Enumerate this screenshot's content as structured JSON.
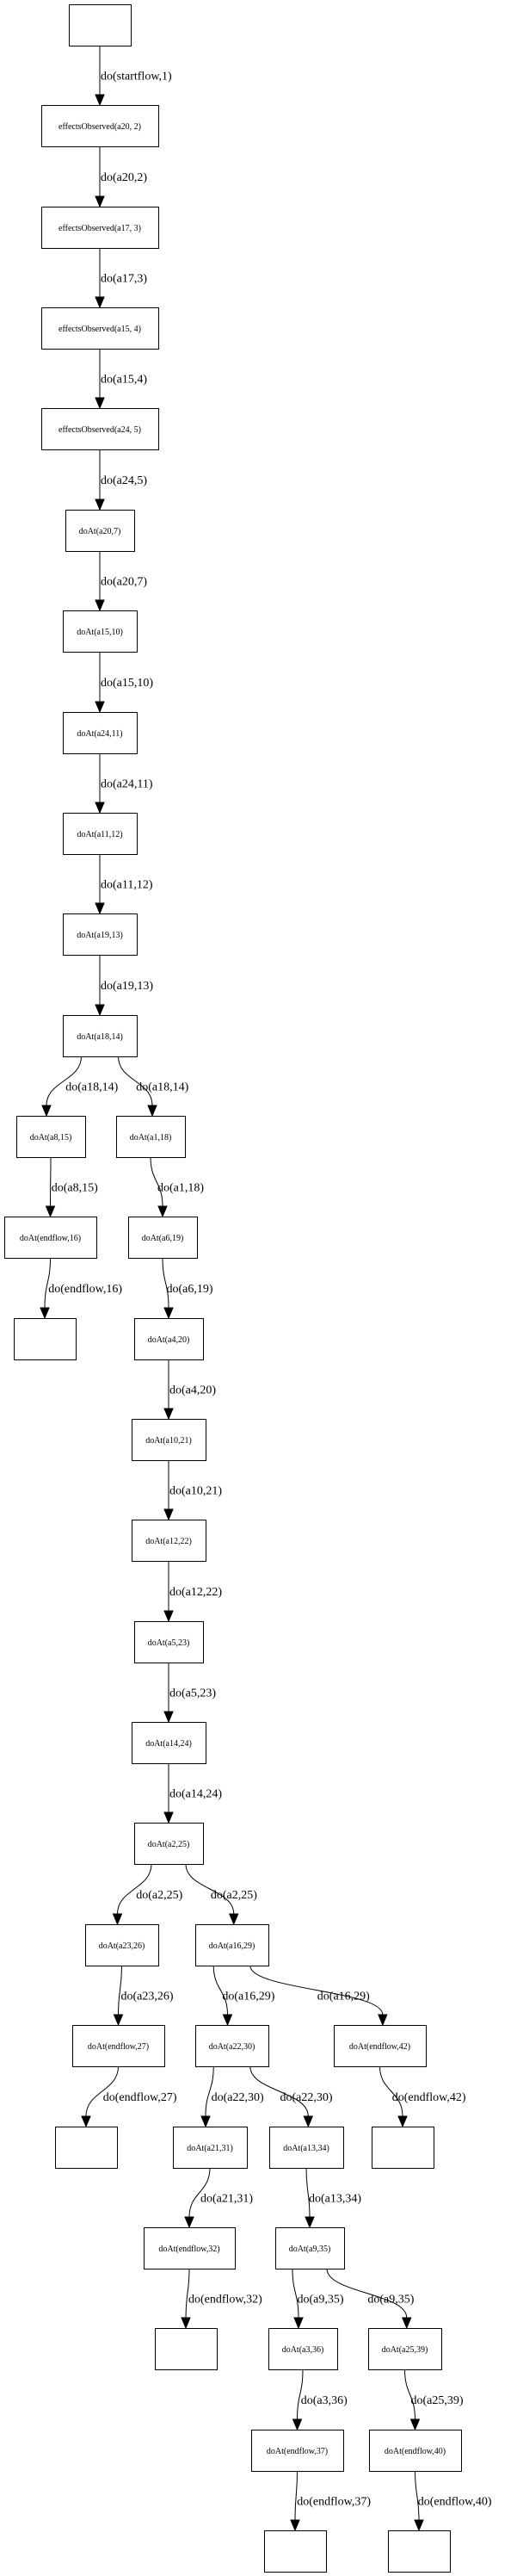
{
  "diagram": {
    "type": "state-transition-tree",
    "colors": {
      "stroke": "#000000",
      "fill": "#ffffff",
      "text": "#000000"
    },
    "nodes": [
      {
        "id": "n0",
        "label": "",
        "level": 0
      },
      {
        "id": "n1",
        "label": "effectsObserved(a20, 2)",
        "level": 1
      },
      {
        "id": "n2",
        "label": "effectsObserved(a17, 3)",
        "level": 2
      },
      {
        "id": "n3",
        "label": "effectsObserved(a15, 4)",
        "level": 3
      },
      {
        "id": "n4",
        "label": "effectsObserved(a24, 5)",
        "level": 4
      },
      {
        "id": "n5",
        "label": "doAt(a20,7)",
        "level": 5
      },
      {
        "id": "n6",
        "label": "doAt(a15,10)",
        "level": 6
      },
      {
        "id": "n7",
        "label": "doAt(a24,11)",
        "level": 7
      },
      {
        "id": "n8",
        "label": "doAt(a11,12)",
        "level": 8
      },
      {
        "id": "n9",
        "label": "doAt(a19,13)",
        "level": 9
      },
      {
        "id": "n10",
        "label": "doAt(a18,14)",
        "level": 10
      },
      {
        "id": "n11",
        "label": "doAt(a8,15)",
        "level": 11
      },
      {
        "id": "n12",
        "label": "doAt(a1,18)",
        "level": 11
      },
      {
        "id": "n13",
        "label": "doAt(endflow,16)",
        "level": 12
      },
      {
        "id": "n14",
        "label": "doAt(a6,19)",
        "level": 12
      },
      {
        "id": "n15",
        "label": "",
        "level": 13
      },
      {
        "id": "n16",
        "label": "doAt(a4,20)",
        "level": 13
      },
      {
        "id": "n17",
        "label": "doAt(a10,21)",
        "level": 14
      },
      {
        "id": "n18",
        "label": "doAt(a12,22)",
        "level": 15
      },
      {
        "id": "n19",
        "label": "doAt(a5,23)",
        "level": 16
      },
      {
        "id": "n20",
        "label": "doAt(a14,24)",
        "level": 17
      },
      {
        "id": "n21",
        "label": "doAt(a2,25)",
        "level": 18
      },
      {
        "id": "n22",
        "label": "doAt(a23,26)",
        "level": 19
      },
      {
        "id": "n23",
        "label": "doAt(a16,29)",
        "level": 19
      },
      {
        "id": "n24",
        "label": "doAt(endflow,27)",
        "level": 20
      },
      {
        "id": "n25",
        "label": "doAt(a22,30)",
        "level": 20
      },
      {
        "id": "n26",
        "label": "doAt(endflow,42)",
        "level": 20
      },
      {
        "id": "n27",
        "label": "",
        "level": 21
      },
      {
        "id": "n28",
        "label": "doAt(a21,31)",
        "level": 21
      },
      {
        "id": "n29",
        "label": "doAt(a13,34)",
        "level": 21
      },
      {
        "id": "n30",
        "label": "",
        "level": 21
      },
      {
        "id": "n31",
        "label": "doAt(endflow,32)",
        "level": 22
      },
      {
        "id": "n32",
        "label": "doAt(a9,35)",
        "level": 22
      },
      {
        "id": "n33",
        "label": "",
        "level": 23
      },
      {
        "id": "n34",
        "label": "doAt(a3,36)",
        "level": 23
      },
      {
        "id": "n35",
        "label": "doAt(a25,39)",
        "level": 23
      },
      {
        "id": "n36",
        "label": "doAt(endflow,37)",
        "level": 24
      },
      {
        "id": "n37",
        "label": "doAt(endflow,40)",
        "level": 24
      },
      {
        "id": "n38",
        "label": "",
        "level": 25
      },
      {
        "id": "n39",
        "label": "",
        "level": 25
      }
    ],
    "edges": [
      {
        "from": "n0",
        "to": "n1",
        "label": "do(startflow,1)"
      },
      {
        "from": "n1",
        "to": "n2",
        "label": "do(a20,2)"
      },
      {
        "from": "n2",
        "to": "n3",
        "label": "do(a17,3)"
      },
      {
        "from": "n3",
        "to": "n4",
        "label": "do(a15,4)"
      },
      {
        "from": "n4",
        "to": "n5",
        "label": "do(a24,5)"
      },
      {
        "from": "n5",
        "to": "n6",
        "label": "do(a20,7)"
      },
      {
        "from": "n6",
        "to": "n7",
        "label": "do(a15,10)"
      },
      {
        "from": "n7",
        "to": "n8",
        "label": "do(a24,11)"
      },
      {
        "from": "n8",
        "to": "n9",
        "label": "do(a11,12)"
      },
      {
        "from": "n9",
        "to": "n10",
        "label": "do(a19,13)"
      },
      {
        "from": "n10",
        "to": "n11",
        "label": "do(a18,14)"
      },
      {
        "from": "n10",
        "to": "n12",
        "label": "do(a18,14)"
      },
      {
        "from": "n11",
        "to": "n13",
        "label": "do(a8,15)"
      },
      {
        "from": "n12",
        "to": "n14",
        "label": "do(a1,18)"
      },
      {
        "from": "n13",
        "to": "n15",
        "label": "do(endflow,16)"
      },
      {
        "from": "n14",
        "to": "n16",
        "label": "do(a6,19)"
      },
      {
        "from": "n16",
        "to": "n17",
        "label": "do(a4,20)"
      },
      {
        "from": "n17",
        "to": "n18",
        "label": "do(a10,21)"
      },
      {
        "from": "n18",
        "to": "n19",
        "label": "do(a12,22)"
      },
      {
        "from": "n19",
        "to": "n20",
        "label": "do(a5,23)"
      },
      {
        "from": "n20",
        "to": "n21",
        "label": "do(a14,24)"
      },
      {
        "from": "n21",
        "to": "n22",
        "label": "do(a2,25)"
      },
      {
        "from": "n21",
        "to": "n23",
        "label": "do(a2,25)"
      },
      {
        "from": "n22",
        "to": "n24",
        "label": "do(a23,26)"
      },
      {
        "from": "n23",
        "to": "n25",
        "label": "do(a16,29)"
      },
      {
        "from": "n23",
        "to": "n26",
        "label": "do(a16,29)"
      },
      {
        "from": "n24",
        "to": "n27",
        "label": "do(endflow,27)"
      },
      {
        "from": "n25",
        "to": "n28",
        "label": "do(a22,30)"
      },
      {
        "from": "n25",
        "to": "n29",
        "label": "do(a22,30)"
      },
      {
        "from": "n26",
        "to": "n30",
        "label": "do(endflow,42)"
      },
      {
        "from": "n28",
        "to": "n31",
        "label": "do(a21,31)"
      },
      {
        "from": "n29",
        "to": "n32",
        "label": "do(a13,34)"
      },
      {
        "from": "n31",
        "to": "n33",
        "label": "do(endflow,32)"
      },
      {
        "from": "n32",
        "to": "n34",
        "label": "do(a9,35)"
      },
      {
        "from": "n32",
        "to": "n35",
        "label": "do(a9,35)"
      },
      {
        "from": "n34",
        "to": "n36",
        "label": "do(a3,36)"
      },
      {
        "from": "n35",
        "to": "n37",
        "label": "do(a25,39)"
      },
      {
        "from": "n36",
        "to": "n38",
        "label": "do(endflow,37)"
      },
      {
        "from": "n37",
        "to": "n39",
        "label": "do(endflow,40)"
      }
    ]
  }
}
